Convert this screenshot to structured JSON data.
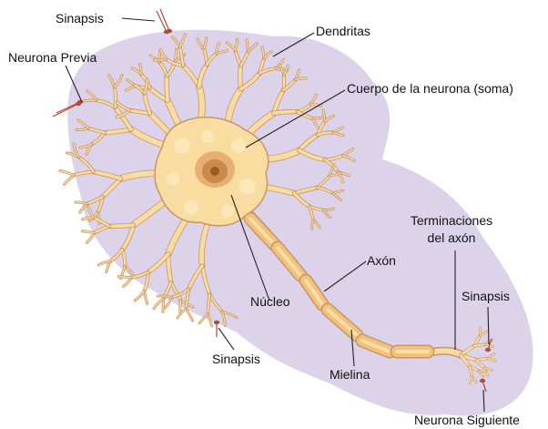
{
  "labels": {
    "sinapsis_top": "Sinapsis",
    "dendritas": "Dendritas",
    "neurona_previa": "Neurona Previa",
    "cuerpo": "Cuerpo de la neurona (soma)",
    "terminaciones_1": "Terminaciones",
    "terminaciones_2": "del axón",
    "axon": "Axón",
    "sinapsis_right": "Sinapsis",
    "nucleo": "Núcleo",
    "sinapsis_bottom": "Sinapsis",
    "mielina": "Mielina",
    "neurona_siguiente": "Neurona Siguiente"
  },
  "colors": {
    "background_blob": "#dcd3ea",
    "neuron_fill": "#f8dca0",
    "neuron_stroke": "#c7956a",
    "soma_light": "#fde9bf",
    "nucleus": "#c98a4a",
    "nucleolus": "#9a5a22",
    "myelin": "#f2c27a",
    "synapse": "#b04a3a",
    "leader_line": "#222222"
  }
}
